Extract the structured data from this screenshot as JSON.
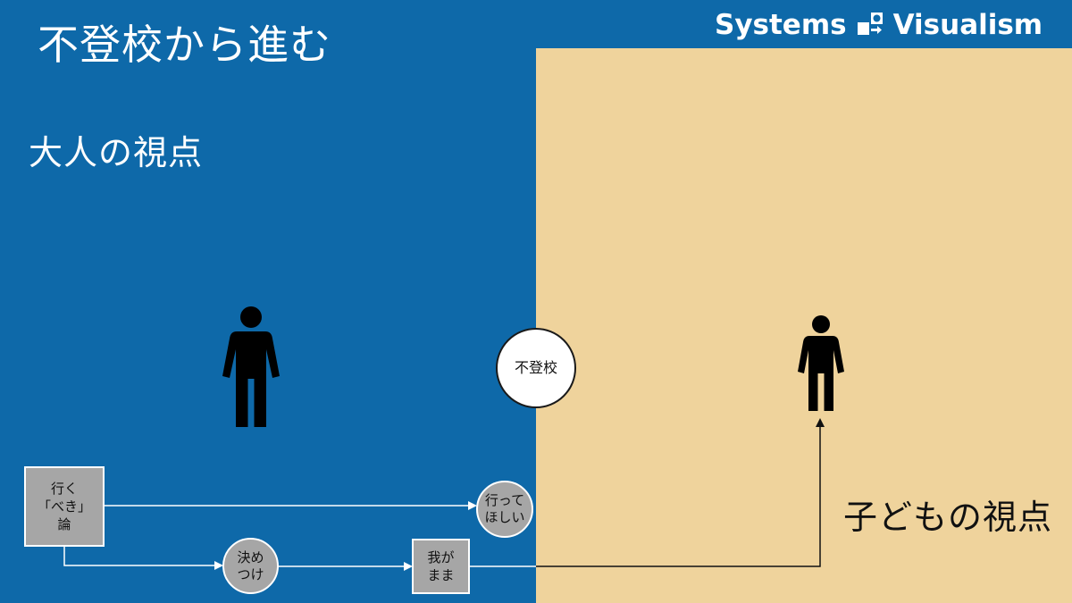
{
  "title": "不登校から進む",
  "brand": {
    "name": "Systems Visualism",
    "logo_icon": "systems-visualism-logo-icon"
  },
  "perspectives": {
    "adult": "大人の視点",
    "child": "子どもの視点"
  },
  "center_node": "不登校",
  "nodes": {
    "ikubeki": "行く\n「べき」\n論",
    "itte_hoshii": "行って\nほしい",
    "kimetsuke": "決め\nつけ",
    "wagamama": "我が\nまま"
  },
  "colors": {
    "adult_side": "#0e69a9",
    "child_side": "#efd39c",
    "node_fill": "#a6a6a6",
    "arrow_on_blue": "#ffffff",
    "arrow_on_beige": "#111111"
  },
  "icons": [
    "adult-person-icon",
    "child-person-icon",
    "arrow-head-icon"
  ]
}
